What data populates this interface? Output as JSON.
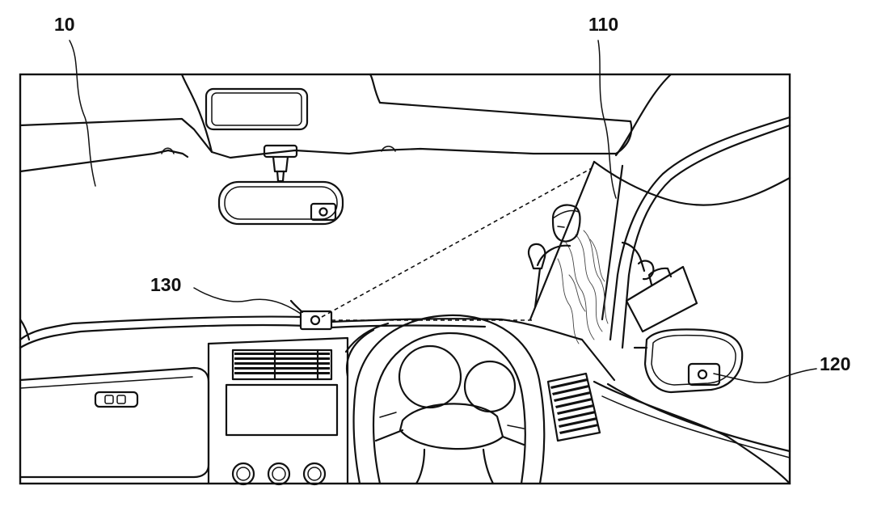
{
  "figure": {
    "labels": {
      "windshield": "10",
      "pillar_region": "110",
      "mirror_camera": "120",
      "dash_camera": "130"
    }
  }
}
